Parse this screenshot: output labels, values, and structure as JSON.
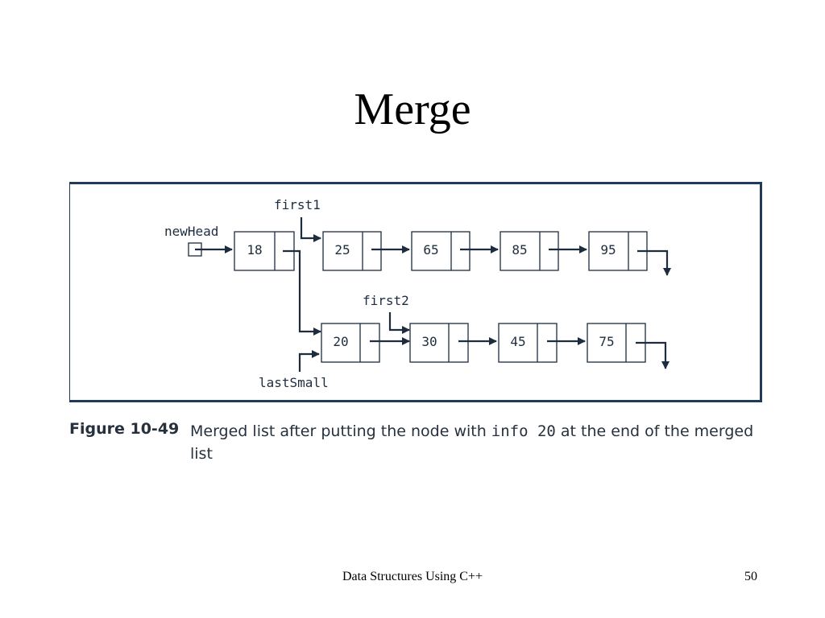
{
  "slide": {
    "title": "Merge",
    "footer_title": "Data Structures Using C++",
    "page_number": "50"
  },
  "diagram": {
    "pointer_labels": {
      "new_head": "newHead",
      "first1": "first1",
      "first2": "first2",
      "last_small": "lastSmall"
    },
    "merged_list": [
      "18"
    ],
    "list1": [
      "25",
      "65",
      "85",
      "95"
    ],
    "list2": [
      "20",
      "30",
      "45",
      "75"
    ]
  },
  "caption": {
    "figure_number": "Figure 10-49",
    "text_before": "Merged list after putting the node with ",
    "code": "info 20",
    "text_after": " at the end of the merged list"
  }
}
